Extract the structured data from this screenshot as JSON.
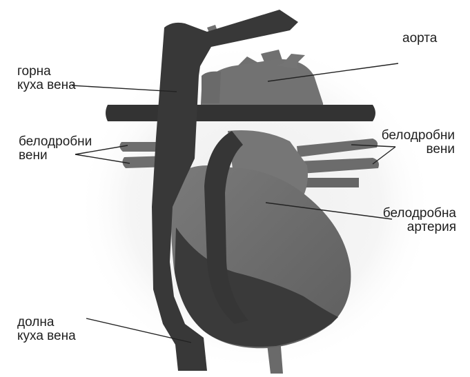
{
  "diagram": {
    "labels": {
      "superior_vena_cava": [
        "горна",
        "куха вена"
      ],
      "aorta": [
        "аорта"
      ],
      "pulmonary_veins_left": [
        "белодробни",
        "вени"
      ],
      "pulmonary_veins_right": [
        "белодробни",
        "вени"
      ],
      "pulmonary_artery": [
        "белодробна",
        "артерия"
      ],
      "inferior_vena_cava": [
        "долна",
        "куха вена"
      ]
    },
    "colors": {
      "vena_cava": "#383838",
      "heart_light": "#6b6b6b",
      "aorta": "#707070",
      "halo": "#f3f3f3",
      "leader_line": "#222222",
      "text": "#1e1e1e"
    }
  }
}
